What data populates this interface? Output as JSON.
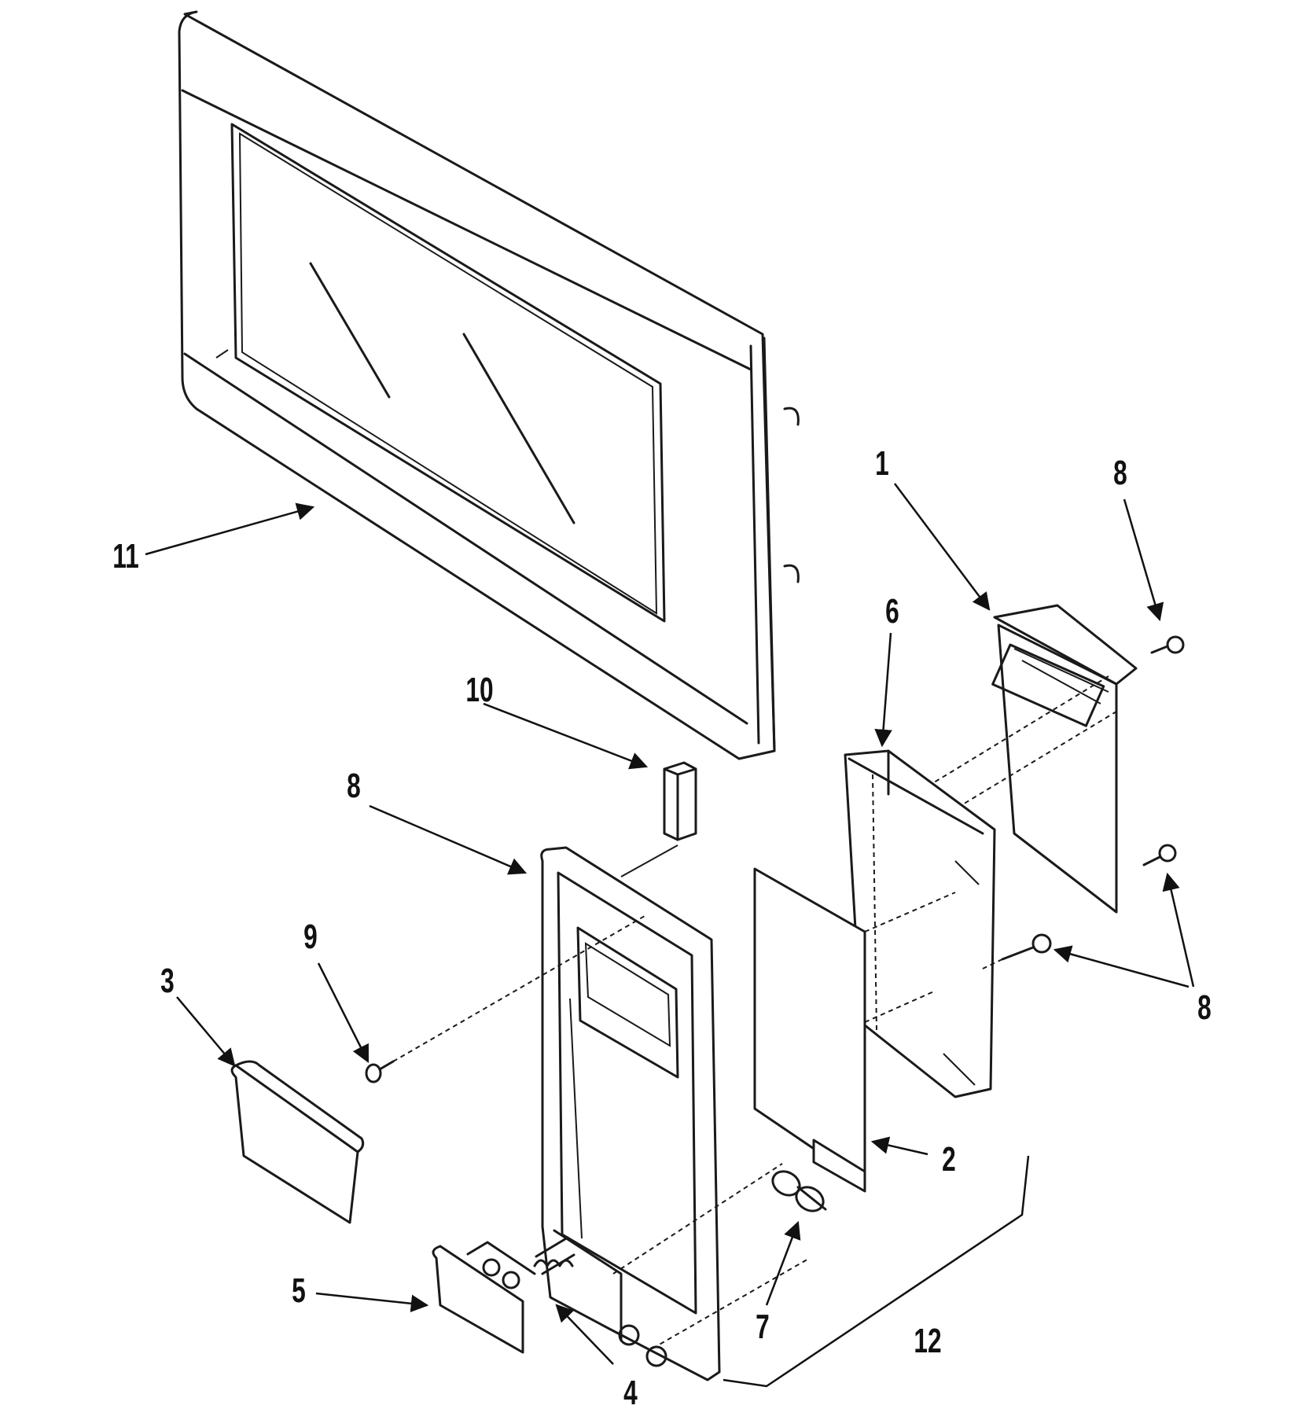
{
  "diagram": {
    "labels": {
      "p1": "1",
      "p2": "2",
      "p3": "3",
      "p4": "4",
      "p5": "5",
      "p6": "6",
      "p7": "7",
      "p8a": "8",
      "p8b": "8",
      "p8c": "8",
      "p9": "9",
      "p10": "10",
      "p11": "11",
      "p12": "12"
    }
  }
}
